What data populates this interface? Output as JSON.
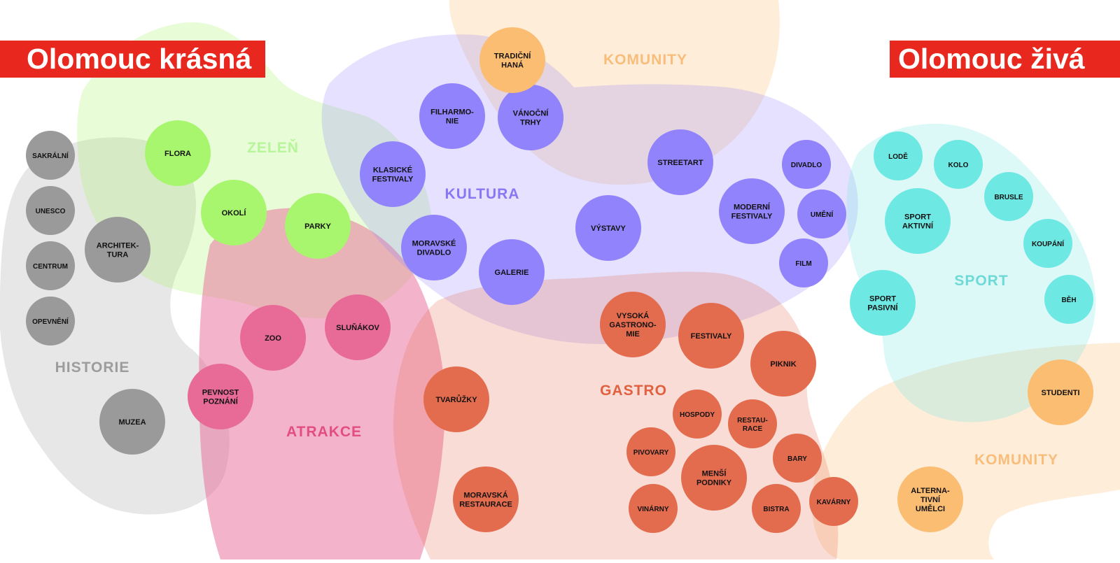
{
  "titles": {
    "left": "Olomouc krásná",
    "right": "Olomouc živá"
  },
  "colors": {
    "zelen": "#a8f56e",
    "historie": "#9a9a9a",
    "atrakce": "#e86a97",
    "kultura": "#9183fb",
    "gastro": "#e46c4e",
    "sport": "#6ee8e2",
    "komunity": "#fbbd72",
    "banner": "#e8281e"
  },
  "categories": [
    {
      "id": "zelen",
      "label": "ZELEŇ",
      "color": "#b6f59a"
    },
    {
      "id": "historie",
      "label": "HISTORIE",
      "color": "#9c9c9c"
    },
    {
      "id": "atrakce",
      "label": "ATRAKCE",
      "color": "#e24d82"
    },
    {
      "id": "kultura",
      "label": "KULTURA",
      "color": "#8877f5"
    },
    {
      "id": "gastro",
      "label": "GASTRO",
      "color": "#e0603f"
    },
    {
      "id": "sport",
      "label": "SPORT",
      "color": "#6fd9d6"
    },
    {
      "id": "komunity-top",
      "label": "KOMUNITY",
      "color": "#f9bd7b"
    },
    {
      "id": "komunity-bottom",
      "label": "KOMUNITY",
      "color": "#f9bd7b"
    }
  ],
  "nodes": {
    "zelen": [
      [
        "FLORA"
      ],
      [
        "OKOLÍ"
      ],
      [
        "PARKY"
      ]
    ],
    "historie": [
      [
        "SAKRÁLNÍ"
      ],
      [
        "UNESCO"
      ],
      [
        "CENTRUM"
      ],
      [
        "OPEVNĚNÍ"
      ],
      [
        "ARCHITEK-",
        "TURA"
      ],
      [
        "MUZEA"
      ]
    ],
    "atrakce": [
      [
        "ZOO"
      ],
      [
        "SLUŇÁKOV"
      ],
      [
        "PEVNOST",
        "POZNÁNÍ"
      ]
    ],
    "kultura": [
      [
        "FILHARMO-",
        "NIE"
      ],
      [
        "VÁNOČNÍ",
        "TRHY"
      ],
      [
        "KLASICKÉ",
        "FESTIVALY"
      ],
      [
        "MORAVSKÉ",
        "DIVADLO"
      ],
      [
        "GALERIE"
      ],
      [
        "VÝSTAVY"
      ],
      [
        "STREETART"
      ],
      [
        "DIVADLO"
      ],
      [
        "MODERNÍ",
        "FESTIVALY"
      ],
      [
        "UMĚNÍ"
      ],
      [
        "FILM"
      ]
    ],
    "gastro": [
      [
        "VYSOKÁ",
        "GASTRONO-",
        "MIE"
      ],
      [
        "FESTIVALY"
      ],
      [
        "PIKNIK"
      ],
      [
        "TVARŮŽKY"
      ],
      [
        "MORAVSKÁ",
        "RESTAURACE"
      ],
      [
        "HOSPODY"
      ],
      [
        "RESTAU-",
        "RACE"
      ],
      [
        "PIVOVARY"
      ],
      [
        "MENŠÍ",
        "PODNIKY"
      ],
      [
        "BARY"
      ],
      [
        "VINÁRNY"
      ],
      [
        "BISTRA"
      ],
      [
        "KAVÁRNY"
      ]
    ],
    "sport": [
      [
        "LODĚ"
      ],
      [
        "KOLO"
      ],
      [
        "BRUSLE"
      ],
      [
        "SPORT",
        "AKTIVNÍ"
      ],
      [
        "KOUPÁNÍ"
      ],
      [
        "SPORT",
        "PASIVNÍ"
      ],
      [
        "BĚH"
      ]
    ],
    "komunity": [
      [
        "TRADIČNÍ",
        "HANÁ"
      ],
      [
        "STUDENTI"
      ],
      [
        "ALTERNA-",
        "TIVNÍ",
        "UMĚLCI"
      ]
    ]
  }
}
